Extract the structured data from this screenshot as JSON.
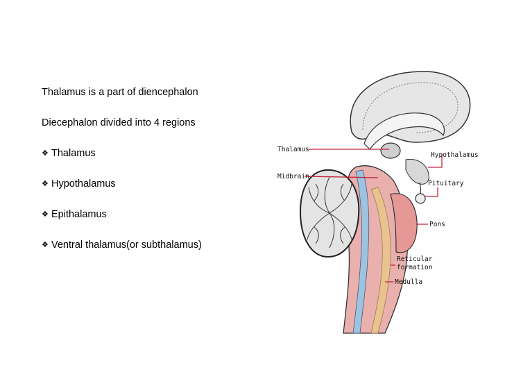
{
  "slide": {
    "intro_lines": [
      "Thalamus is a part of diencephalon",
      "Diecephalon divided into 4 regions"
    ],
    "bullet_glyph": "❖",
    "bullets": [
      "Thalamus",
      "Hypothalamus",
      "Epithalamus",
      "Ventral thalamus(or subthalamus)"
    ]
  },
  "figure": {
    "labels": {
      "thalamus": "Thalamus",
      "midbrain": "Midbrain",
      "hypothalamus": "Hypothalamus",
      "pituitary": "Pituitary",
      "pons": "Pons",
      "reticular_1": "Reticular",
      "reticular_2": "formation",
      "medulla": "Medulla"
    },
    "colors": {
      "leader_line": "#c0243a",
      "brainstem_pink": "#e9b0ae",
      "pons_red": "#e59896",
      "canal_blue": "#9cc3e0",
      "cortex_grey": "#e6e6e6"
    }
  }
}
